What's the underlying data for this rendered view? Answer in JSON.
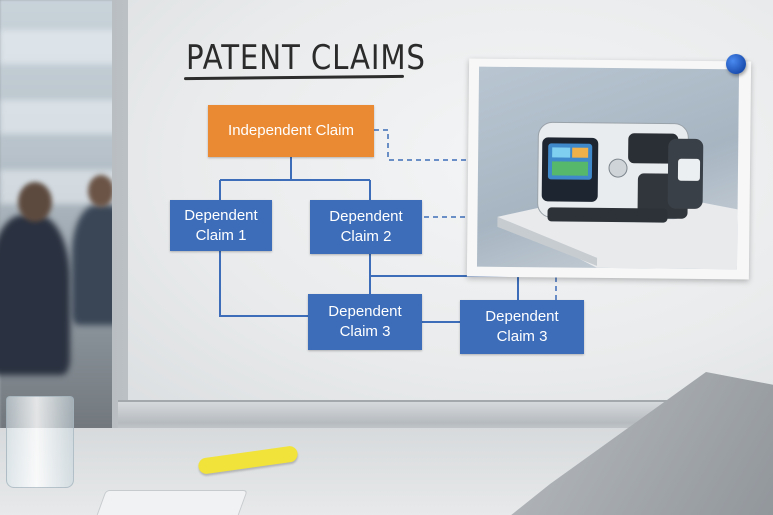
{
  "whiteboard": {
    "title": "PATENT CLAIMS",
    "nodes": {
      "independent": "Independent Claim",
      "dep_a": "Dependent\nClaim 1",
      "dep_b": "Dependent\nClaim 2",
      "dep_c": "Dependent\nClaim 3",
      "dep_d": "Dependent\nClaim 3"
    }
  },
  "colors": {
    "independent_box": "#ea8a33",
    "dependent_box": "#3d6db8",
    "connector": "#3d6db8"
  },
  "photo": {
    "subject": "medical-device-product-photo",
    "device_body_color": "#e9ecee"
  }
}
